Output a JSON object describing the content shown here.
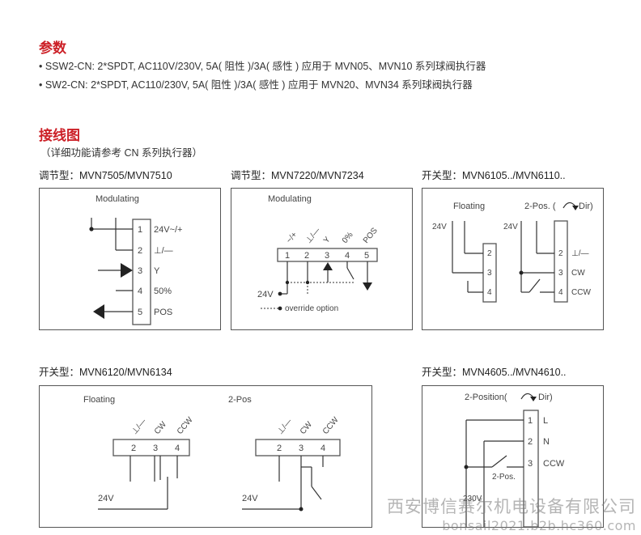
{
  "params": {
    "title": "参数",
    "lines": [
      "• SSW2-CN: 2*SPDT, AC110V/230V, 5A( 阻性 )/3A( 感性 ) 应用于 MVN05、MVN10 系列球阀执行器",
      "• SW2-CN: 2*SPDT, AC110/230V, 5A( 阻性 )/3A( 感性 ) 应用于 MVN20、MVN34 系列球阀执行器"
    ]
  },
  "wiring": {
    "title": "接线图",
    "note": "（详细功能请参考 CN 系列执行器）"
  },
  "diagrams": {
    "d1": {
      "caption": "调节型：MVN7505/MVN7510",
      "heading": "Modulating",
      "terminals": [
        "1",
        "2",
        "3",
        "4",
        "5"
      ],
      "labels": [
        "24V~/+",
        "⊥/—",
        "Y",
        "50%",
        "POS"
      ]
    },
    "d2": {
      "caption": "调节型：MVN7220/MVN7234",
      "heading": "Modulating",
      "terminals": [
        "1",
        "2",
        "3",
        "4",
        "5"
      ],
      "labels": [
        "~/+",
        "⊥/—",
        "Y",
        "0%",
        "POS"
      ],
      "voltage": "24V",
      "legend": "override option"
    },
    "d3": {
      "caption": "开关型：MVN6105../MVN6110..",
      "heading_left": "Floating",
      "heading_right_a": "2-Pos. (",
      "heading_right_b": "Dir)",
      "voltage_left": "24V",
      "voltage_right": "24V",
      "terminals": [
        "2",
        "3",
        "4"
      ],
      "labels_right": [
        "⊥/—",
        "CW",
        "CCW"
      ]
    },
    "d4": {
      "caption": "开关型：MVN6120/MVN6134",
      "heading_left": "Floating",
      "heading_right": "2-Pos",
      "terminals": [
        "2",
        "3",
        "4"
      ],
      "labels": [
        "⊥/—",
        "CW",
        "CCW"
      ],
      "voltage_left": "24V",
      "voltage_right": "24V"
    },
    "d5": {
      "caption": "开关型：MVN4605../MVN4610..",
      "heading_a": "2-Position(",
      "heading_b": "Dir)",
      "terminals": [
        "1",
        "2",
        "3"
      ],
      "labels": [
        "L",
        "N",
        "CCW"
      ],
      "switch_label": "2-Pos.",
      "voltage": "230V"
    }
  },
  "watermark": {
    "line1": "西安博信赛尔机电设备有限公司",
    "line2": "bonsail2021.b2b.hc360.com"
  }
}
